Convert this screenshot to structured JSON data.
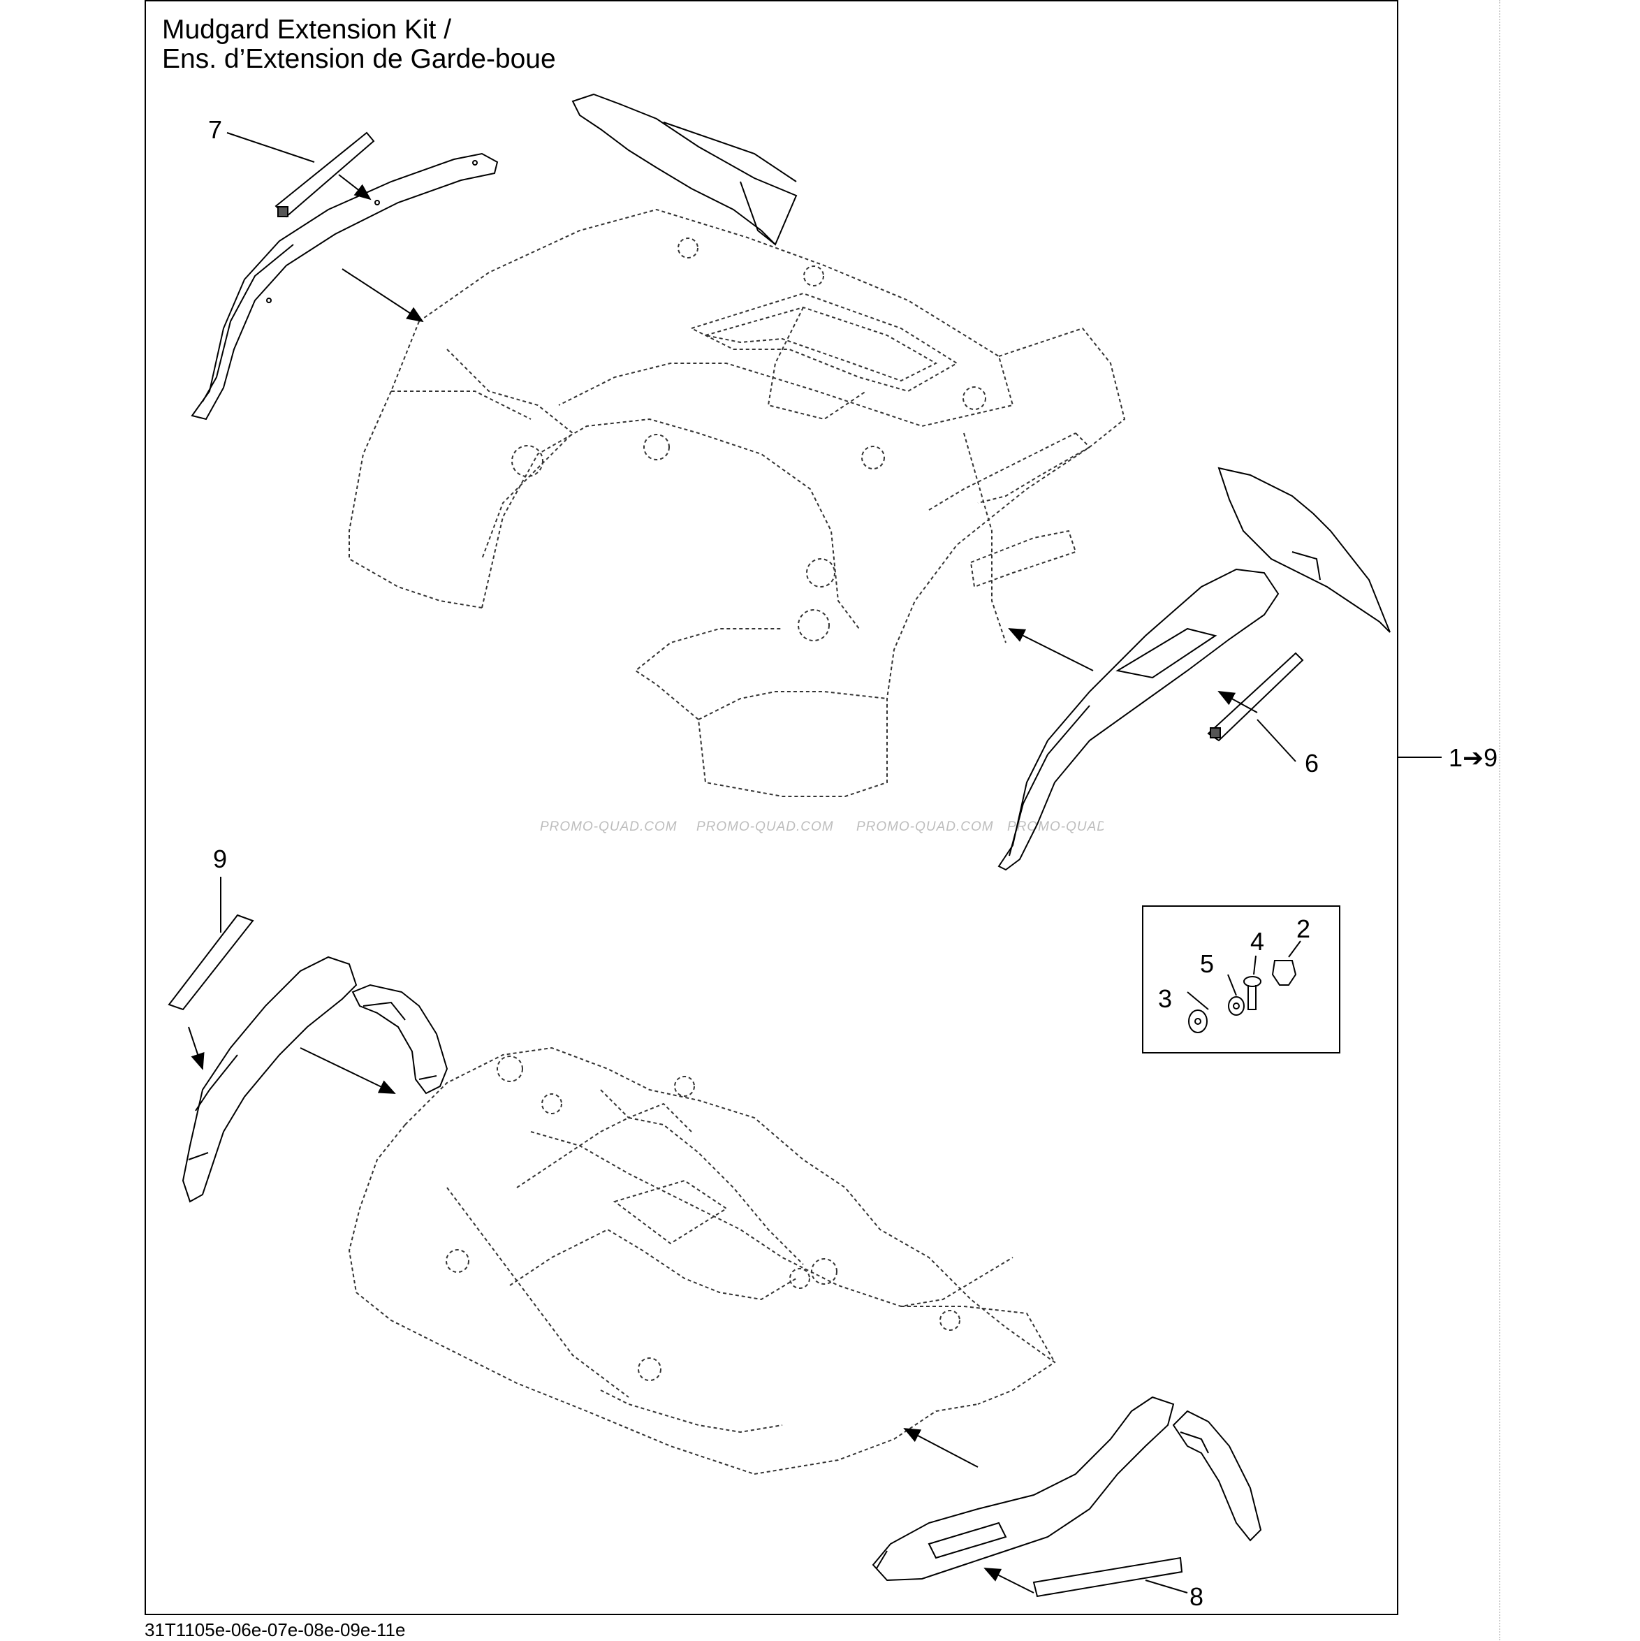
{
  "title_line1": "Mudgard Extension Kit /",
  "title_line2": "Ens. d’Extension de Garde-boue",
  "footer_code": "31T1105e-06e-07e-08e-09e-11e",
  "range_label": "1➔9",
  "watermarks": [
    "PROMO-QUAD.COM",
    "PROMO-QUAD.COM",
    "PROMO-QUAD.COM",
    "PROMO-QUAD.COM"
  ],
  "callouts": {
    "c2": "2",
    "c3": "3",
    "c4": "4",
    "c5": "5",
    "c6": "6",
    "c7": "7",
    "c8": "8",
    "c9": "9"
  }
}
